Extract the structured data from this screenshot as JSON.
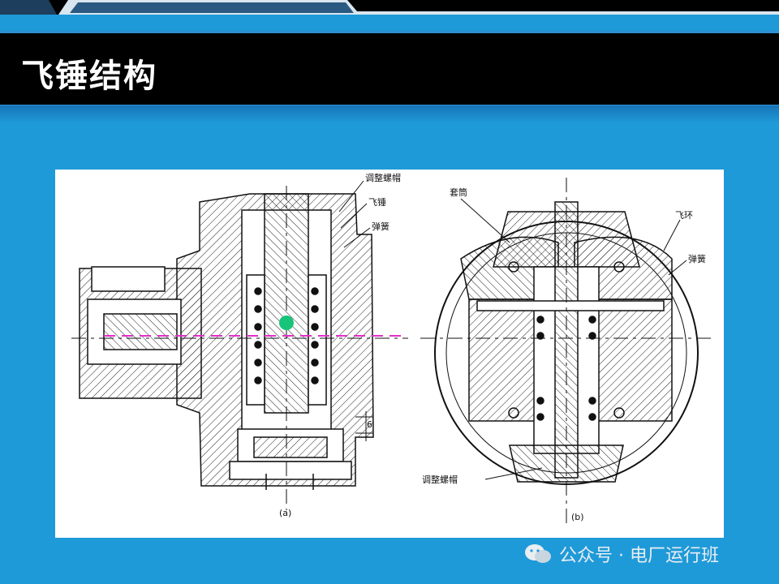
{
  "slide": {
    "title": "飞锤结构"
  },
  "figure": {
    "labels_a": {
      "adjust_nut": "调整螺帽",
      "fly_hammer": "飞锤",
      "spring": "弹簧",
      "dim_six": "6",
      "caption": "(a)"
    },
    "labels_b": {
      "sleeve": "套筒",
      "fly_ring": "飞环",
      "spring": "弹簧",
      "adjust_nut": "调整螺帽",
      "caption": "(b)"
    }
  },
  "watermark": {
    "text": "公众号 · 电厂运行班"
  }
}
